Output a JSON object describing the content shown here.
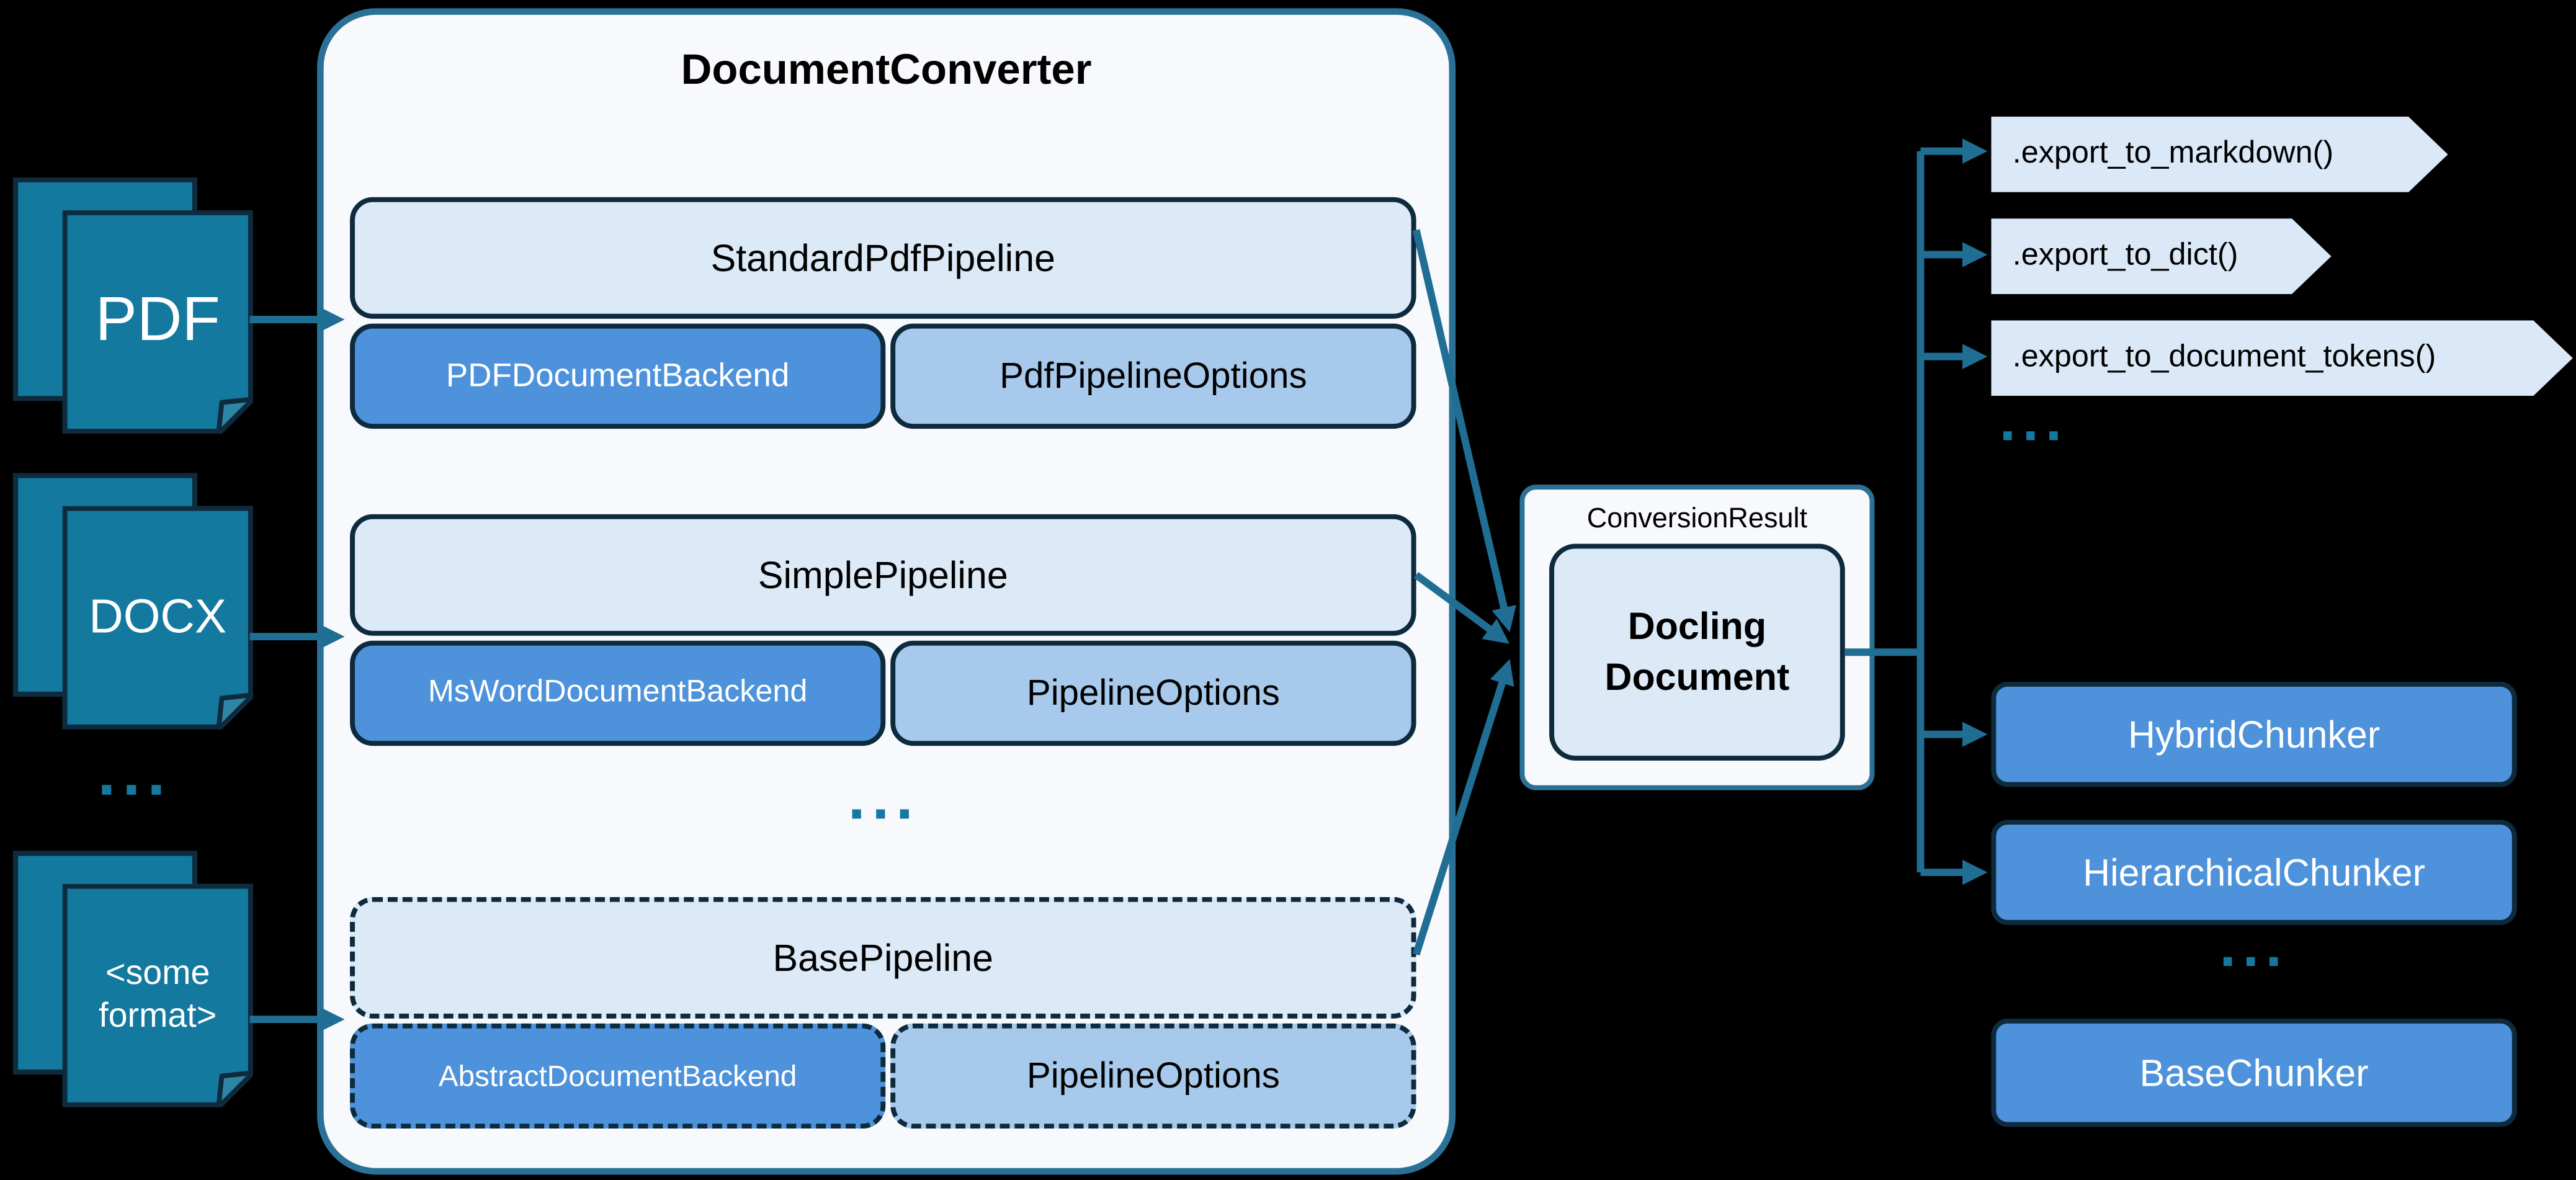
{
  "colors": {
    "background": "#000000",
    "arrow_teal": "#206e94",
    "ellipsis_teal": "#1578a2",
    "navy_border": "#0e2b3e",
    "container_border_teal": "#2b7197",
    "medium_blue": "#4d92da",
    "light_blue": "#dce9f6",
    "pale_options_blue": "#a7c9ec",
    "container_fill": "#f7f9fc",
    "chevron_fill": "#dbe8f7",
    "icon_teal": "#14799f"
  },
  "inputs": {
    "pdf": "PDF",
    "docx": "DOCX",
    "ellipsis": "...",
    "other_format": "<some format>"
  },
  "converter": {
    "title": "DocumentConverter",
    "ellipsis": "...",
    "pipelines": [
      {
        "name": "StandardPdfPipeline",
        "backend": "PDFDocumentBackend",
        "options": "PdfPipelineOptions"
      },
      {
        "name": "SimplePipeline",
        "backend": "MsWordDocumentBackend",
        "options": "PipelineOptions"
      },
      {
        "name": "BasePipeline",
        "backend": "AbstractDocumentBackend",
        "options": "PipelineOptions"
      }
    ]
  },
  "result": {
    "label": "ConversionResult",
    "document": "Docling Document"
  },
  "exports": {
    "methods": [
      ".export_to_markdown()",
      ".export_to_dict()",
      ".export_to_document_tokens()"
    ],
    "ellipsis": "..."
  },
  "chunkers": {
    "items": [
      "HybridChunker",
      "HierarchicalChunker",
      "BaseChunker"
    ],
    "ellipsis": "..."
  }
}
